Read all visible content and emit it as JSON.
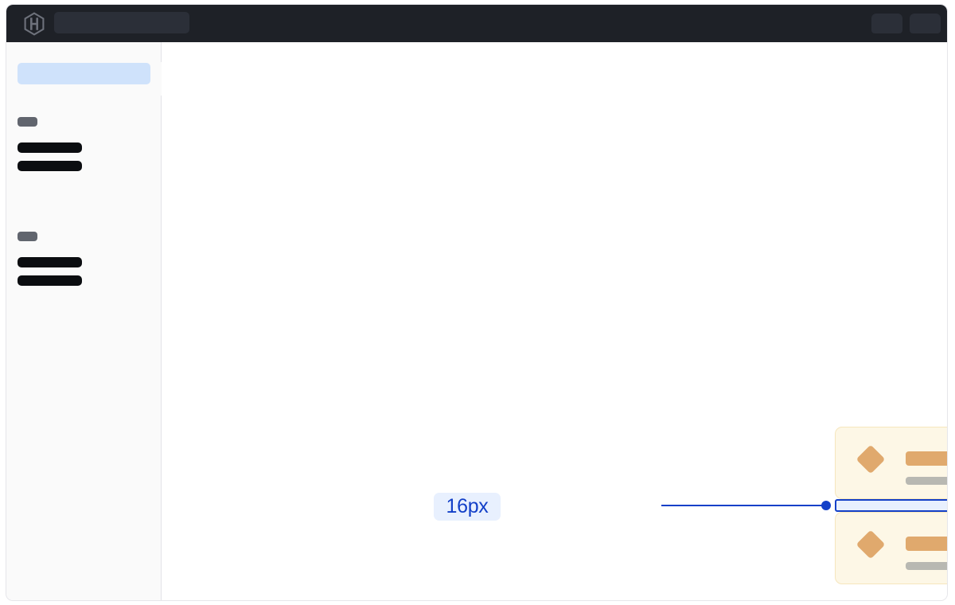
{
  "app": {
    "window_title": "",
    "background_color": "#ffffff"
  },
  "topbar": {
    "background_color": "#1e2127",
    "logo_icon": "hexagon-logo-icon",
    "logo_label": "",
    "search": {
      "icon": "search-icon",
      "value": "",
      "placeholder": ""
    },
    "actions": [
      {
        "name": "topbar-action-a",
        "label": "",
        "icon": "placeholder-icon"
      },
      {
        "name": "topbar-action-b",
        "label": "",
        "icon": "placeholder-icon"
      }
    ]
  },
  "sidebar": {
    "background_color": "#fafafa",
    "active_item": {
      "label": "",
      "highlight_color": "#cfe2fb"
    },
    "collapse_handle": {
      "icon": "chevron-left-icon",
      "label": ""
    },
    "groups": [
      {
        "label": "",
        "items": [
          {
            "label": ""
          },
          {
            "label": ""
          }
        ]
      },
      {
        "label": "",
        "items": [
          {
            "label": ""
          },
          {
            "label": ""
          }
        ]
      }
    ]
  },
  "main": {
    "cards": [
      {
        "icon": "diamond-icon",
        "icon_color": "#e0a96d",
        "title": "",
        "subtitle": "",
        "background_color": "#fdf7e6"
      },
      {
        "icon": "diamond-icon",
        "icon_color": "#e0a96d",
        "title": "",
        "subtitle": "",
        "background_color": "#fdf7e6"
      }
    ],
    "measurement": {
      "value": "16px",
      "accent_color": "#1340c8",
      "badge_background": "#e8f0fe",
      "highlight_fill": "#e8f0fe",
      "endpoint_icon": "measure-endpoint-dot-icon"
    }
  }
}
